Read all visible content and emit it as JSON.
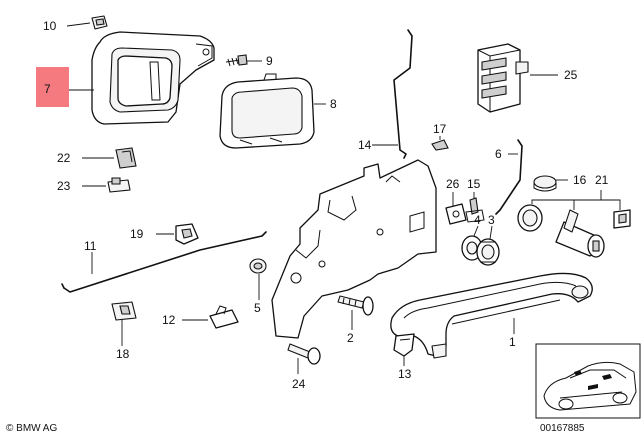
{
  "diagram": {
    "highlight_color": "#f47a7f",
    "highlighted_part": "7",
    "callouts": [
      {
        "id": "p10",
        "label": "10"
      },
      {
        "id": "p9",
        "label": "9"
      },
      {
        "id": "p7",
        "label": "7"
      },
      {
        "id": "p8",
        "label": "8"
      },
      {
        "id": "p25",
        "label": "25"
      },
      {
        "id": "p14",
        "label": "14"
      },
      {
        "id": "p17",
        "label": "17"
      },
      {
        "id": "p6",
        "label": "6"
      },
      {
        "id": "p22",
        "label": "22"
      },
      {
        "id": "p23",
        "label": "23"
      },
      {
        "id": "p26",
        "label": "26"
      },
      {
        "id": "p15",
        "label": "15"
      },
      {
        "id": "p16",
        "label": "16"
      },
      {
        "id": "p21",
        "label": "21"
      },
      {
        "id": "p4",
        "label": "4"
      },
      {
        "id": "p3",
        "label": "3"
      },
      {
        "id": "p19",
        "label": "19"
      },
      {
        "id": "p11",
        "label": "11"
      },
      {
        "id": "p5",
        "label": "5"
      },
      {
        "id": "p12",
        "label": "12"
      },
      {
        "id": "p2",
        "label": "2"
      },
      {
        "id": "p1",
        "label": "1"
      },
      {
        "id": "p18",
        "label": "18"
      },
      {
        "id": "p24",
        "label": "24"
      },
      {
        "id": "p13",
        "label": "13"
      }
    ]
  },
  "footer": {
    "copyright": "© BMW AG",
    "diagram_number": "00167885"
  }
}
